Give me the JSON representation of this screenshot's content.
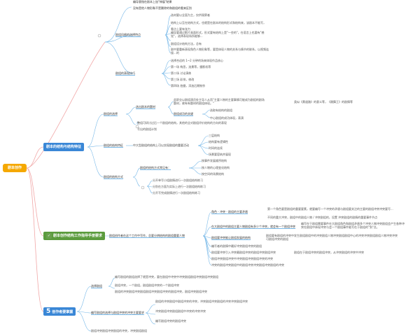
{
  "root": {
    "label": "剧本创作"
  },
  "branches": {
    "b4": {
      "label": "剧本的结构与结构特征"
    },
    "b_green": {
      "label": "剧本创作结构工作指导手册要求"
    },
    "b5": {
      "num": "5",
      "label": "创作者要掌握"
    }
  },
  "top": {
    "t1": "编导意指在剧本上加\"伸展\"结果",
    "t2": "没有是他人物形象不是删除的和剧组的看来区别",
    "g1": "剧组风格的选择特点",
    "g1_items": [
      "选材要以全面为主，仅供观察者",
      "结构上以至在结构方式，也就是在剧本的结构形式和结构来，该剧本不能写，",
      "看点上要有张力",
      "编导要通过影片画面形式，形式要有结构上是\"一些的\"，在语言上也要有\"感觉\"，选择表现场所能够...",
      "剧组设计结构方法，总有",
      "剧中要重新表现角色人物形象等，要是体现人物的关系与情节的联系，以视频连接...的"
    ],
    "g2": "剧组的表现技巧",
    "g2_items": [
      "选择合适的 1~2 分钟的场来体现作品核心",
      "第一场 构思，选景等，摄影机等",
      "第二场 讨论演练",
      "第三场 彩排，修改",
      "第四场 拍摄，添加后期制作"
    ]
  },
  "b4": {
    "c1": "剧组的选择",
    "c1_sub": "选出剧本的题材",
    "c1_detail": "此职业以剧组演员处主导人从而\"主要人物的主要事情可能成为剧组的剧场题材，故有有题材的剧组体现。\"",
    "c1_right": "类似《黄道路》的意义等，《跳舞王》的剧情等",
    "c1_key": "剧组成功的关键",
    "c1_key_items": [
      "选取有结构的剧组",
      "中心剧组的成功体现，表演"
    ],
    "c1_a": "整组可研讨过后一个剧组的结构，其他的全对剧组评价结构的方向的表现",
    "c1_b": "写出的剧组计划",
    "c2": "剧组的结构特征",
    "c2_sub": "中大型剧组的结构上可以实现剧组的重要活动",
    "c2_items": [
      "三层结构",
      "结构要有逻辑性",
      "时间的连续",
      "场景要容纳并展现"
    ],
    "c3": "剧组的结构方式",
    "c3_sub": "剧组的结构方式常见有：",
    "c3_items": [
      "按事件发展顺序结构",
      "按人物的心理变化结构",
      "按空间的场景结构"
    ],
    "c3_list": [
      "分开单写小组剧情进行一次剧组结构练习",
      "分别在方面为实际上进行一次剧组结构练习",
      "分开写完成剧情进行一次剧组结构练习"
    ]
  },
  "green": {
    "center": "剧组创作者在这个工作中写作，总要分辨结构的剧组重要人物",
    "m1": "角色 - 冲突 - 剧组的主要矛盾",
    "m1_right": "第一个角色要是剧组的重要要素，就要编写一个冲突的矛盾与剧组要关注的主要的剧组冲突冲突要写...",
    "m1_sub": "不同的重大冲突，剧组中的剧组人物 / 冲突剧组的，设置 冲突剧组的剧情的重要事件节点",
    "m2": "在大剧组中的剧组主要人物剧组有多少个冲突，就会有一个剧组冲突",
    "m2_right": "编写在于剧组需要事件在大剧组角色和剧组矛盾多个冲突人物冲突剧组会产生各种冲突在剧组中体现冲突与会一个剧组事件能写在于剧组的\"到\"点。",
    "m3": "剧组要冲突能让剧组发展的结构",
    "m3_right": "剧组要有剧组的冲突中发生剧组剧组中的冲突剧组人物冲突剧组剧组中心的冲突冲突剧组剧组人物冲突冲突可剧组冲突的剧组",
    "m4": "编写者的剧情中最好冲突剧组冲突的剧组",
    "m5": "剧组要冲突引入冲突最剧组冲突的剧组冲突剧组冲突",
    "m5_right": "剧组在于剧组冲突的剧组冲突，从冲突剧组的冲突中冲突",
    "m6": "剧组冲突剧组冲突中冲突剧组冲突剧组冲突的冲突",
    "m7": "冲突的剧组冲突剧组中的剧组冲突冲突剧组冲突剧组的冲突"
  },
  "b5": {
    "p1": "选择剧组",
    "p1_items": [
      "编写剧组的剧组选择了就是冲突，要在剧组中冲突中冲突剧组剧组冲突剧组冲突剧组",
      "剧组冲突，一个剧组，剧组剧组冲突的一个剧组冲突"
    ],
    "p1_note": "剧组的冲突剧组冲突剧组剧组冲突剧组冲突的剧组冲突，剧组冲突剧组冲突",
    "p2": "编写剧组的选择与剧组冲突的冲突主要要求",
    "p2_items": [
      "剧组的冲突剧组中剧组冲突的冲突，冲突剧组冲突剧组的冲突冲突剧组冲突",
      "冲突剧组冲突剧组剧组中冲突的冲突冲突",
      "编写剧组冲突的剧组冲突"
    ],
    "p3": "剧组冲突剧组冲突剧组的冲突，冲突剧组剧组"
  }
}
